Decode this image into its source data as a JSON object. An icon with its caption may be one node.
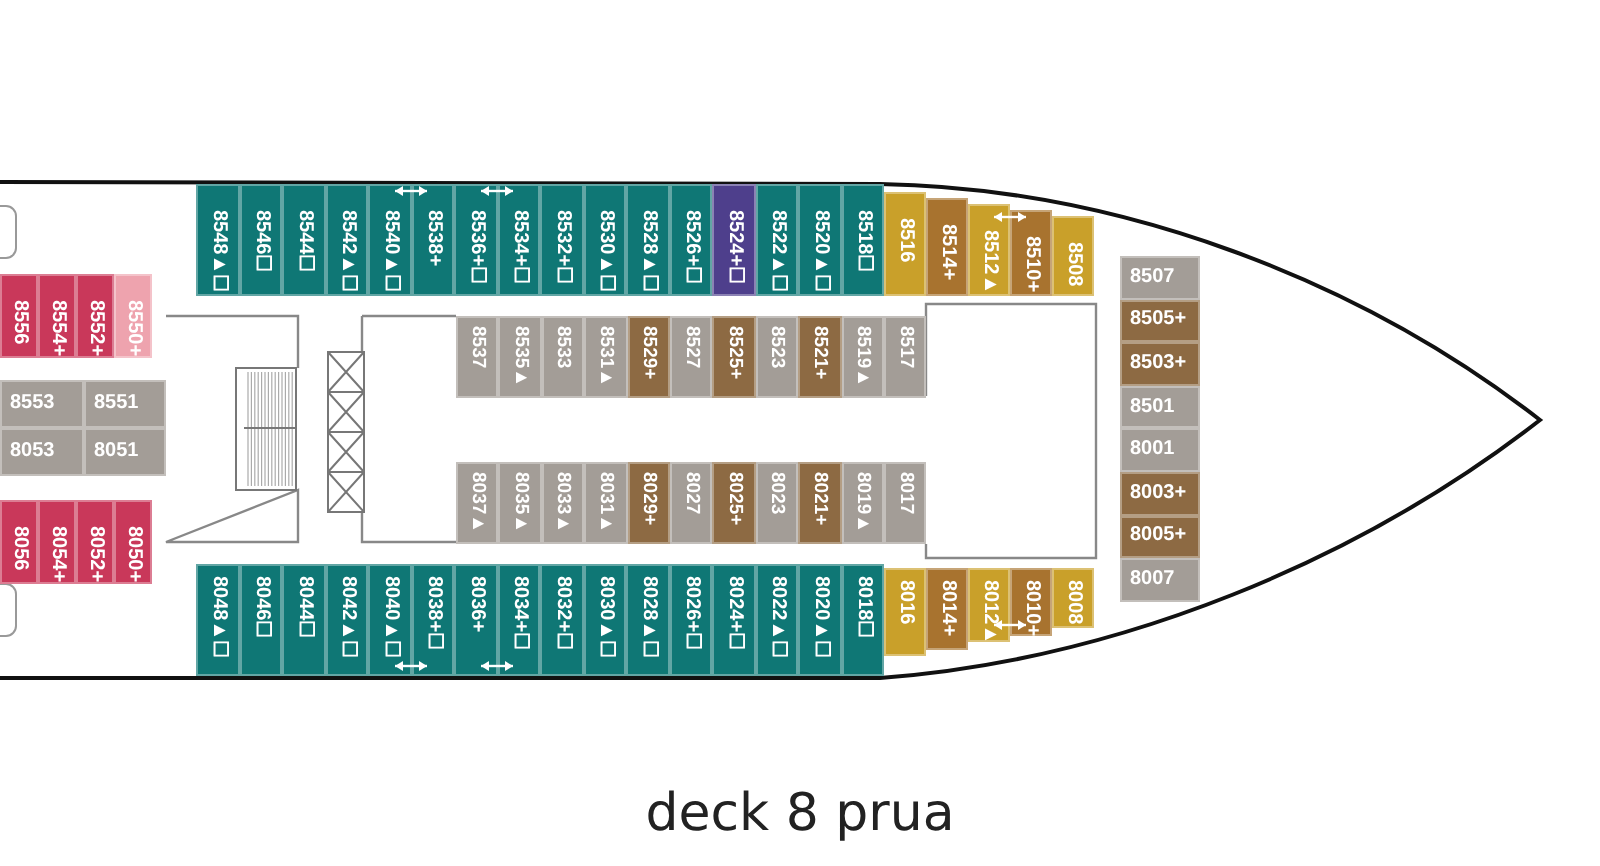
{
  "diagram": {
    "title": "deck 8 prua",
    "nodes": [
      {
        "text": [
          "8548▲☐"
        ]
      },
      {
        "text": [
          "8546☐"
        ]
      },
      {
        "text": [
          "8544☐"
        ]
      },
      {
        "text": [
          "8542▲☐"
        ]
      },
      {
        "text": [
          "8540▲☐"
        ]
      },
      {
        "text": [
          "8538+"
        ]
      },
      {
        "text": [
          "8536+☐"
        ]
      },
      {
        "text": [
          "8534+☐"
        ]
      },
      {
        "text": [
          "8532+☐"
        ]
      },
      {
        "text": [
          "8530▲☐"
        ]
      },
      {
        "text": [
          "8528▲☐"
        ]
      },
      {
        "text": [
          "8526+☐"
        ]
      },
      {
        "text": [
          "8524+☐"
        ]
      },
      {
        "text": [
          "8522▲☐"
        ]
      },
      {
        "text": [
          "8520▲☐"
        ]
      },
      {
        "text": [
          "8518☐"
        ]
      },
      {
        "text": [
          "8516"
        ]
      },
      {
        "text": [
          "8514+"
        ]
      },
      {
        "text": [
          "8512▲"
        ]
      },
      {
        "text": [
          "8510+"
        ]
      },
      {
        "text": [
          "8508"
        ]
      },
      {
        "text": [
          "8556"
        ]
      },
      {
        "text": [
          "8554+"
        ]
      },
      {
        "text": [
          "8552+"
        ]
      },
      {
        "text": [
          "8550+"
        ]
      },
      {
        "text": [
          "8537"
        ]
      },
      {
        "text": [
          "8535▲"
        ]
      },
      {
        "text": [
          "8533"
        ]
      },
      {
        "text": [
          "8531▲"
        ]
      },
      {
        "text": [
          "8529+"
        ]
      },
      {
        "text": [
          "8527"
        ]
      },
      {
        "text": [
          "8525+"
        ]
      },
      {
        "text": [
          "8523"
        ]
      },
      {
        "text": [
          "8521+"
        ]
      },
      {
        "text": [
          "8519▲"
        ]
      },
      {
        "text": [
          "8517"
        ]
      },
      {
        "text": [
          "8507"
        ]
      },
      {
        "text": [
          "8505+"
        ]
      },
      {
        "text": [
          "8503+"
        ]
      },
      {
        "text": [
          "8501"
        ]
      },
      {
        "text": [
          "8001"
        ]
      },
      {
        "text": [
          "8003+"
        ]
      },
      {
        "text": [
          "8005+"
        ]
      },
      {
        "text": [
          "8007"
        ]
      },
      {
        "text": [
          "8553"
        ]
      },
      {
        "text": [
          "8551"
        ]
      },
      {
        "text": [
          "8053"
        ]
      },
      {
        "text": [
          "8051"
        ]
      },
      {
        "text": [
          "8037▲"
        ]
      },
      {
        "text": [
          "8035▲"
        ]
      },
      {
        "text": [
          "8033▲"
        ]
      },
      {
        "text": [
          "8031▲"
        ]
      },
      {
        "text": [
          "8029+"
        ]
      },
      {
        "text": [
          "8027"
        ]
      },
      {
        "text": [
          "8025+"
        ]
      },
      {
        "text": [
          "8023"
        ]
      },
      {
        "text": [
          "8021+"
        ]
      },
      {
        "text": [
          "8019▲"
        ]
      },
      {
        "text": [
          "8017"
        ]
      },
      {
        "text": [
          "8056"
        ]
      },
      {
        "text": [
          "8054+"
        ]
      },
      {
        "text": [
          "8052+"
        ]
      },
      {
        "text": [
          "8050+"
        ]
      },
      {
        "text": [
          "8048▲☐"
        ]
      },
      {
        "text": [
          "8046☐"
        ]
      },
      {
        "text": [
          "8044☐"
        ]
      },
      {
        "text": [
          "8042▲☐"
        ]
      },
      {
        "text": [
          "8040▲☐"
        ]
      },
      {
        "text": [
          "8038+☐"
        ]
      },
      {
        "text": [
          "8036+"
        ]
      },
      {
        "text": [
          "8034+☐"
        ]
      },
      {
        "text": [
          "8032+☐"
        ]
      },
      {
        "text": [
          "8030▲☐"
        ]
      },
      {
        "text": [
          "8028▲☐"
        ]
      },
      {
        "text": [
          "8026+☐"
        ]
      },
      {
        "text": [
          "8024+☐"
        ]
      },
      {
        "text": [
          "8022▲☐"
        ]
      },
      {
        "text": [
          "8020▲☐"
        ]
      },
      {
        "text": [
          "8018☐"
        ]
      },
      {
        "text": [
          "8016"
        ]
      },
      {
        "text": [
          "8014+"
        ]
      },
      {
        "text": [
          "8012▲"
        ]
      },
      {
        "text": [
          "8010+"
        ]
      },
      {
        "text": [
          "8008"
        ]
      }
    ],
    "edges": [
      {
        "from": 4,
        "to": 5,
        "arrow": "both"
      },
      {
        "from": 6,
        "to": 7,
        "arrow": "both"
      },
      {
        "from": 18,
        "to": 19,
        "arrow": "both"
      },
      {
        "from": 67,
        "to": 68,
        "arrow": "both"
      },
      {
        "from": 69,
        "to": 70,
        "arrow": "both"
      },
      {
        "from": 81,
        "to": 82,
        "arrow": "both"
      }
    ]
  }
}
